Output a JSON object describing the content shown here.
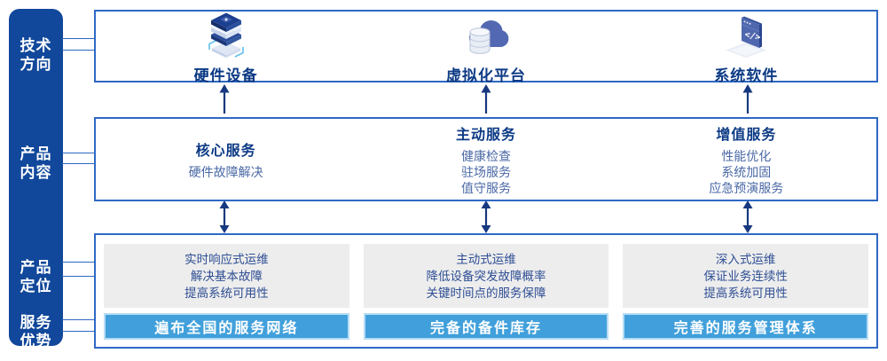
{
  "sidebar": {
    "groups": [
      {
        "l1": "技术",
        "l2": "方向"
      },
      {
        "l1": "产品",
        "l2": "内容"
      },
      {
        "l1": "产品",
        "l2": "定位"
      },
      {
        "l1": "服务",
        "l2": "优势"
      }
    ]
  },
  "tech_row": {
    "items": [
      {
        "icon": "server-stack-icon",
        "label": "硬件设备"
      },
      {
        "icon": "cloud-database-icon",
        "label": "虚拟化平台"
      },
      {
        "icon": "code-window-icon",
        "label": "系统软件"
      }
    ]
  },
  "content_row": {
    "columns": [
      {
        "title": "核心服务",
        "lines": [
          "硬件故障解决"
        ]
      },
      {
        "title": "主动服务",
        "lines": [
          "健康检查",
          "驻场服务",
          "值守服务"
        ]
      },
      {
        "title": "增值服务",
        "lines": [
          "性能优化",
          "系统加固",
          "应急预演服务"
        ]
      }
    ]
  },
  "bottom_row": {
    "columns": [
      {
        "positioning": [
          "实时响应式运维",
          "解决基本故障",
          "提高系统可用性"
        ],
        "advantage": "遍布全国的服务网络"
      },
      {
        "positioning": [
          "主动式运维",
          "降低设备突发故障概率",
          "关键时间点的服务保障"
        ],
        "advantage": "完备的备件库存"
      },
      {
        "positioning": [
          "深入式运维",
          "保证业务连续性",
          "提高系统可用性"
        ],
        "advantage": "完善的服务管理体系"
      }
    ]
  },
  "colors": {
    "sidebar_blue": "#11489B",
    "box_border_blue": "#2E68C5",
    "title_navy": "#0C3A85",
    "body_blue": "#4A68A5",
    "panel_gray": "#EDEDED",
    "panel_text_blue": "#2E4E94",
    "banner_blue": "#41A0DB",
    "banner_edge_blue": "#B6DCF4",
    "arrow_navy": "#16387F"
  }
}
